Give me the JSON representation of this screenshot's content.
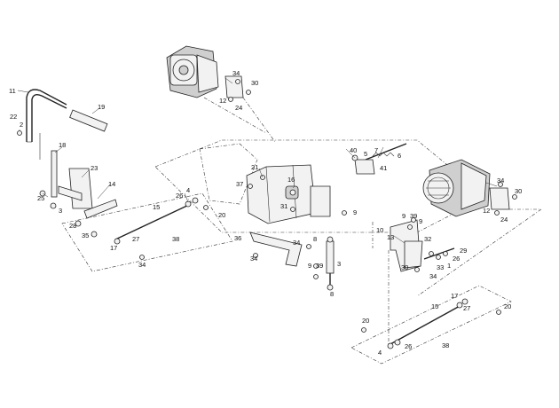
{
  "callouts": [
    {
      "id": "c11a",
      "text": "11"
    },
    {
      "id": "c19a",
      "text": "19"
    },
    {
      "id": "c22a",
      "text": "22"
    },
    {
      "id": "c2a",
      "text": "2"
    },
    {
      "id": "c18a",
      "text": "18"
    },
    {
      "id": "c23a",
      "text": "23"
    },
    {
      "id": "c14a",
      "text": "14"
    },
    {
      "id": "c25a",
      "text": "25"
    },
    {
      "id": "c3a",
      "text": "3"
    },
    {
      "id": "c28a",
      "text": "28"
    },
    {
      "id": "c35a",
      "text": "35"
    },
    {
      "id": "c17a",
      "text": "17"
    },
    {
      "id": "c27a",
      "text": "27"
    },
    {
      "id": "c38a",
      "text": "38"
    },
    {
      "id": "c34a",
      "text": "34"
    },
    {
      "id": "c15a",
      "text": "15"
    },
    {
      "id": "c4a",
      "text": "4"
    },
    {
      "id": "c26a",
      "text": "26"
    },
    {
      "id": "c20a",
      "text": "20"
    },
    {
      "id": "c34b",
      "text": "34"
    },
    {
      "id": "c12a",
      "text": "12"
    },
    {
      "id": "c30a",
      "text": "30"
    },
    {
      "id": "c24a",
      "text": "24"
    },
    {
      "id": "c21a",
      "text": "21"
    },
    {
      "id": "c37a",
      "text": "37"
    },
    {
      "id": "c16a",
      "text": "16"
    },
    {
      "id": "c31a",
      "text": "31"
    },
    {
      "id": "c9a",
      "text": "9"
    },
    {
      "id": "c36a",
      "text": "36"
    },
    {
      "id": "c34c",
      "text": "34"
    },
    {
      "id": "c8a",
      "text": "8"
    },
    {
      "id": "c34d",
      "text": "34"
    },
    {
      "id": "c9b",
      "text": "9"
    },
    {
      "id": "c39a",
      "text": "39"
    },
    {
      "id": "c3b",
      "text": "3"
    },
    {
      "id": "c8b",
      "text": "8"
    },
    {
      "id": "c40a",
      "text": "40"
    },
    {
      "id": "c5a",
      "text": "5"
    },
    {
      "id": "c7a",
      "text": "7"
    },
    {
      "id": "c6a",
      "text": "6"
    },
    {
      "id": "c41a",
      "text": "41"
    },
    {
      "id": "c9c",
      "text": "9"
    },
    {
      "id": "c39b",
      "text": "39"
    },
    {
      "id": "c9d",
      "text": "9"
    },
    {
      "id": "c10a",
      "text": "10"
    },
    {
      "id": "c13a",
      "text": "13"
    },
    {
      "id": "c32a",
      "text": "32"
    },
    {
      "id": "c29a",
      "text": "29"
    },
    {
      "id": "c26b",
      "text": "26"
    },
    {
      "id": "c1a",
      "text": "1"
    },
    {
      "id": "c33a",
      "text": "33"
    },
    {
      "id": "c30b",
      "text": "30"
    },
    {
      "id": "c34e",
      "text": "34"
    },
    {
      "id": "c34f",
      "text": "34"
    },
    {
      "id": "c12b",
      "text": "12"
    },
    {
      "id": "c24b",
      "text": "24"
    },
    {
      "id": "c30c",
      "text": "30"
    },
    {
      "id": "c17b",
      "text": "17"
    },
    {
      "id": "c15b",
      "text": "15"
    },
    {
      "id": "c27b",
      "text": "27"
    },
    {
      "id": "c20b",
      "text": "20"
    },
    {
      "id": "c20c",
      "text": "20"
    },
    {
      "id": "c38b",
      "text": "38"
    },
    {
      "id": "c4b",
      "text": "4"
    },
    {
      "id": "c26c",
      "text": "26"
    }
  ]
}
